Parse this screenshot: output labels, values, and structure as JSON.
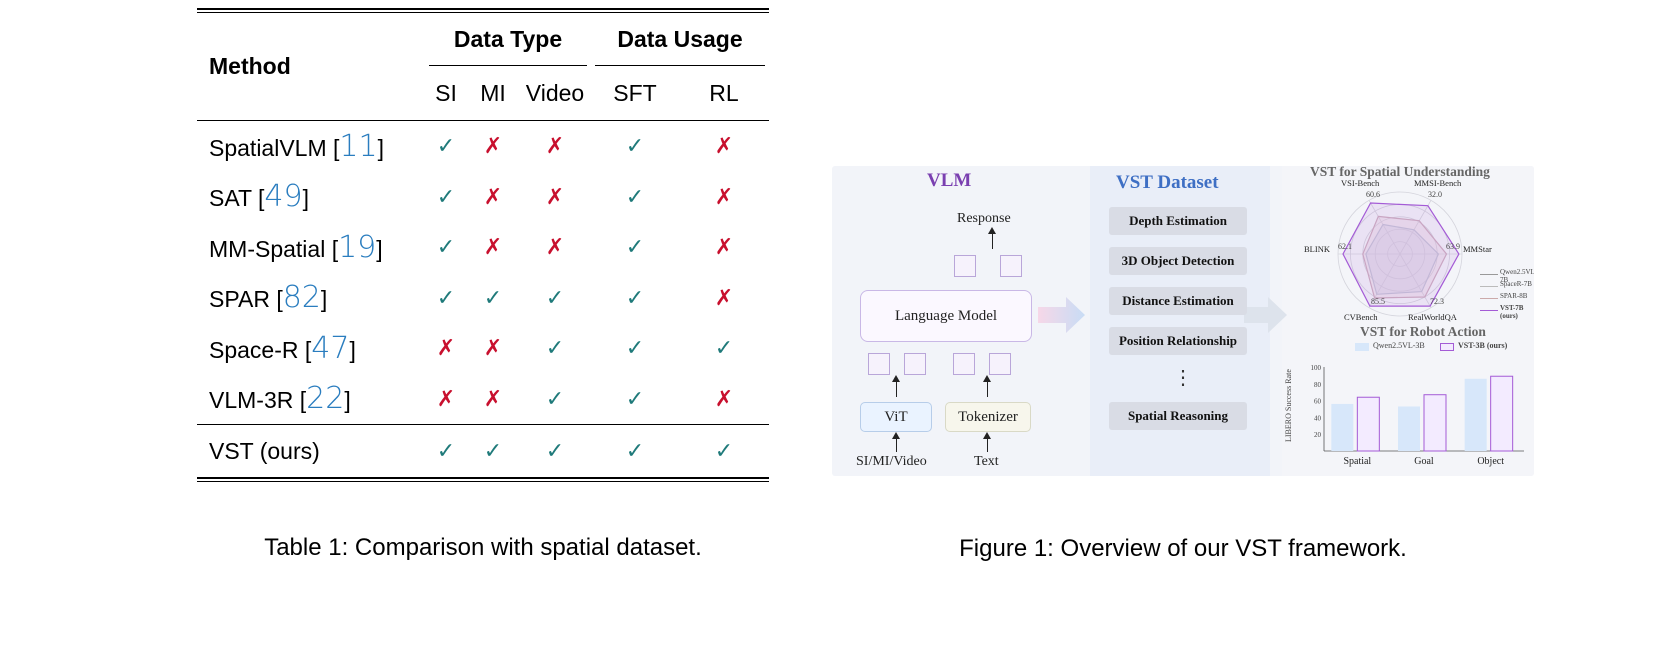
{
  "table": {
    "group_headers": {
      "method": "Method",
      "data_type": "Data Type",
      "data_usage": "Data Usage"
    },
    "sub_headers": [
      "SI",
      "MI",
      "Video",
      "SFT",
      "RL"
    ],
    "rows": [
      {
        "name": "SpatialVLM [",
        "cite": "11",
        "close": "]",
        "marks": [
          "✓",
          "✗",
          "✗",
          "✓",
          "✗"
        ]
      },
      {
        "name": "SAT [",
        "cite": "49",
        "close": "]",
        "marks": [
          "✓",
          "✗",
          "✗",
          "✓",
          "✗"
        ]
      },
      {
        "name": "MM-Spatial [",
        "cite": "19",
        "close": "]",
        "marks": [
          "✓",
          "✗",
          "✗",
          "✓",
          "✗"
        ]
      },
      {
        "name": "SPAR [",
        "cite": "82",
        "close": "]",
        "marks": [
          "✓",
          "✓",
          "✓",
          "✓",
          "✗"
        ]
      },
      {
        "name": "Space-R [",
        "cite": "47",
        "close": "]",
        "marks": [
          "✗",
          "✗",
          "✓",
          "✓",
          "✓"
        ]
      },
      {
        "name": "VLM-3R [",
        "cite": "22",
        "close": "]",
        "marks": [
          "✗",
          "✗",
          "✓",
          "✓",
          "✗"
        ]
      }
    ],
    "final_row": {
      "name": "VST (ours)",
      "marks": [
        "✓",
        "✓",
        "✓",
        "✓",
        "✓"
      ]
    },
    "caption": "Table 1: Comparison with spatial dataset.",
    "colors": {
      "check": "#1f7a7a",
      "cross": "#c8102e",
      "citation": "#2a7dbf"
    }
  },
  "figure": {
    "caption": "Figure 1: Overview of our VST framework.",
    "vlm": {
      "title": "VLM",
      "response": "Response",
      "language_model": "Language Model",
      "vit": "ViT",
      "tokenizer": "Tokenizer",
      "input_visual": "SI/MI/Video",
      "input_text": "Text"
    },
    "dataset": {
      "title": "VST Dataset",
      "tasks": [
        "Depth Estimation",
        "3D Object Detection",
        "Distance Estimation",
        "Position Relationship",
        "Spatial Reasoning"
      ],
      "ellipsis": "⋮"
    },
    "spatial": {
      "title": "VST for Spatial Understanding",
      "axes": [
        "VSI-Bench",
        "MMSI-Bench",
        "MMStar",
        "RealWorldQA",
        "CVBench",
        "BLINK"
      ],
      "value_labels": [
        "60.6",
        "32.0",
        "63.9",
        "72.3",
        "85.5",
        "62.1"
      ],
      "legend": [
        "Qwen2.5VL-7B",
        "SpaceR-7B",
        "SPAR-8B",
        "VST-7B (ours)"
      ]
    },
    "robot": {
      "title": "VST for Robot Action",
      "ylabel": "LIBERO Success Rate",
      "legend": [
        "Qwen2.5VL-3B",
        "VST-3B (ours)"
      ],
      "y_ticks": [
        "100",
        "80",
        "60",
        "40",
        "20"
      ],
      "chart_data": {
        "type": "bar",
        "categories": [
          "Spatial",
          "Goal",
          "Object"
        ],
        "series": [
          {
            "name": "Qwen2.5VL-3B",
            "values": [
              56,
              53,
              86
            ]
          },
          {
            "name": "VST-3B (ours)",
            "values": [
              64,
              67,
              89
            ]
          }
        ],
        "ylim": [
          0,
          100
        ]
      }
    },
    "colors": {
      "vlm_title": "#7a3fb0",
      "dataset_title": "#3e6fc4",
      "vst_series": "#a45bd6",
      "baseline_series": "#d7e7fa"
    }
  }
}
